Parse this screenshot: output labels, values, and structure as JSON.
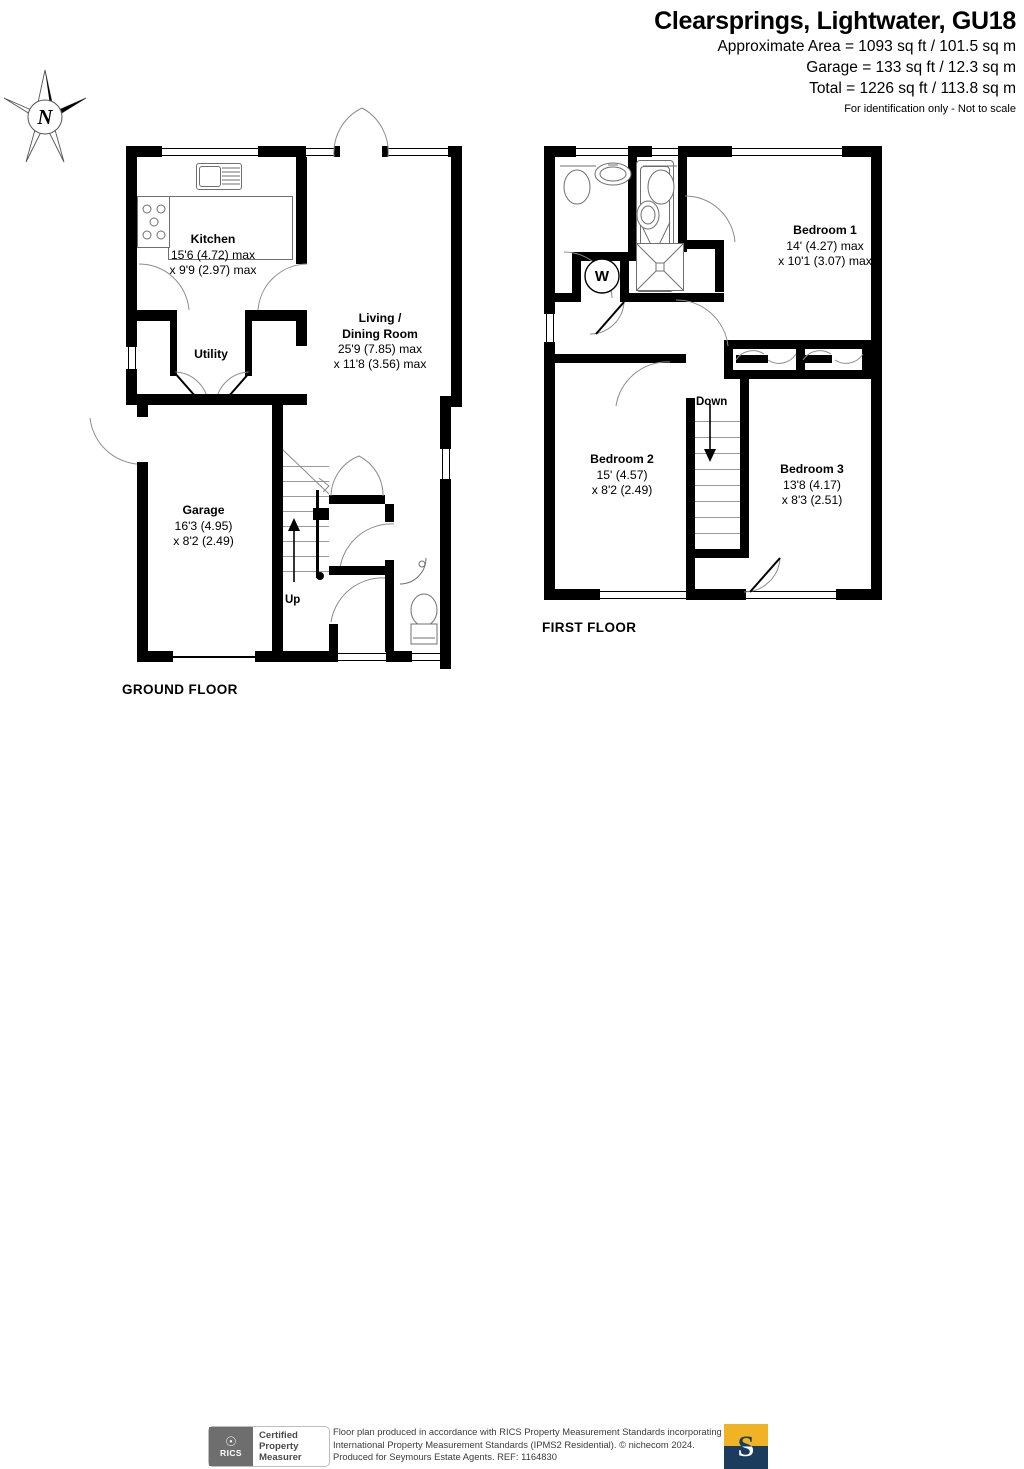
{
  "header": {
    "title": "Clearsprings, Lightwater, GU18",
    "area_lines": [
      "Approximate Area = 1093 sq ft / 101.5 sq m",
      "Garage = 133 sq ft / 12.3 sq m",
      "Total = 1226 sq ft / 113.8 sq m"
    ],
    "disclaimer": "For identification only - Not to scale"
  },
  "compass": {
    "label": "N",
    "name": "compass-rose-north"
  },
  "ground_floor": {
    "caption": "GROUND FLOOR",
    "rooms": [
      {
        "name": "Kitchen",
        "dim1": "15'6 (4.72) max",
        "dim2": "x 9'9 (2.97) max"
      },
      {
        "name": "Utility",
        "dim1": "",
        "dim2": ""
      },
      {
        "name": "Living /",
        "name2": "Dining Room",
        "dim1": "25'9 (7.85) max",
        "dim2": "x 11'8 (3.56) max"
      },
      {
        "name": "Garage",
        "dim1": "16'3 (4.95)",
        "dim2": "x 8'2 (2.49)"
      }
    ],
    "stair_label": "Up"
  },
  "first_floor": {
    "caption": "FIRST FLOOR",
    "rooms": [
      {
        "name": "Bedroom 1",
        "dim1": "14' (4.27) max",
        "dim2": "x 10'1 (3.07) max"
      },
      {
        "name": "Bedroom 2",
        "dim1": "15' (4.57)",
        "dim2": "x 8'2 (2.49)"
      },
      {
        "name": "Bedroom 3",
        "dim1": "13'8 (4.17)",
        "dim2": "x 8'3 (2.51)"
      }
    ],
    "stair_label": "Down",
    "cupboard_marker": "W"
  },
  "footer": {
    "rics": {
      "mark": "RICS",
      "line1": "Certified",
      "line2": "Property",
      "line3": "Measurer"
    },
    "credit_lines": [
      "Floor plan produced in accordance with RICS Property Measurement Standards incorporating",
      "International Property Measurement Standards (IPMS2 Residential).   © nichecom 2024.",
      "Produced for Seymours Estate Agents.   REF: 1164830"
    ],
    "agent_logo_letter": "S"
  },
  "colors": {
    "wall": "#000000",
    "paper": "#ffffff",
    "stair_tread": "#9a9a9a",
    "agent_gold": "#f0b323",
    "agent_navy": "#1b3c5d",
    "rics_grey": "#6e6e6e"
  }
}
